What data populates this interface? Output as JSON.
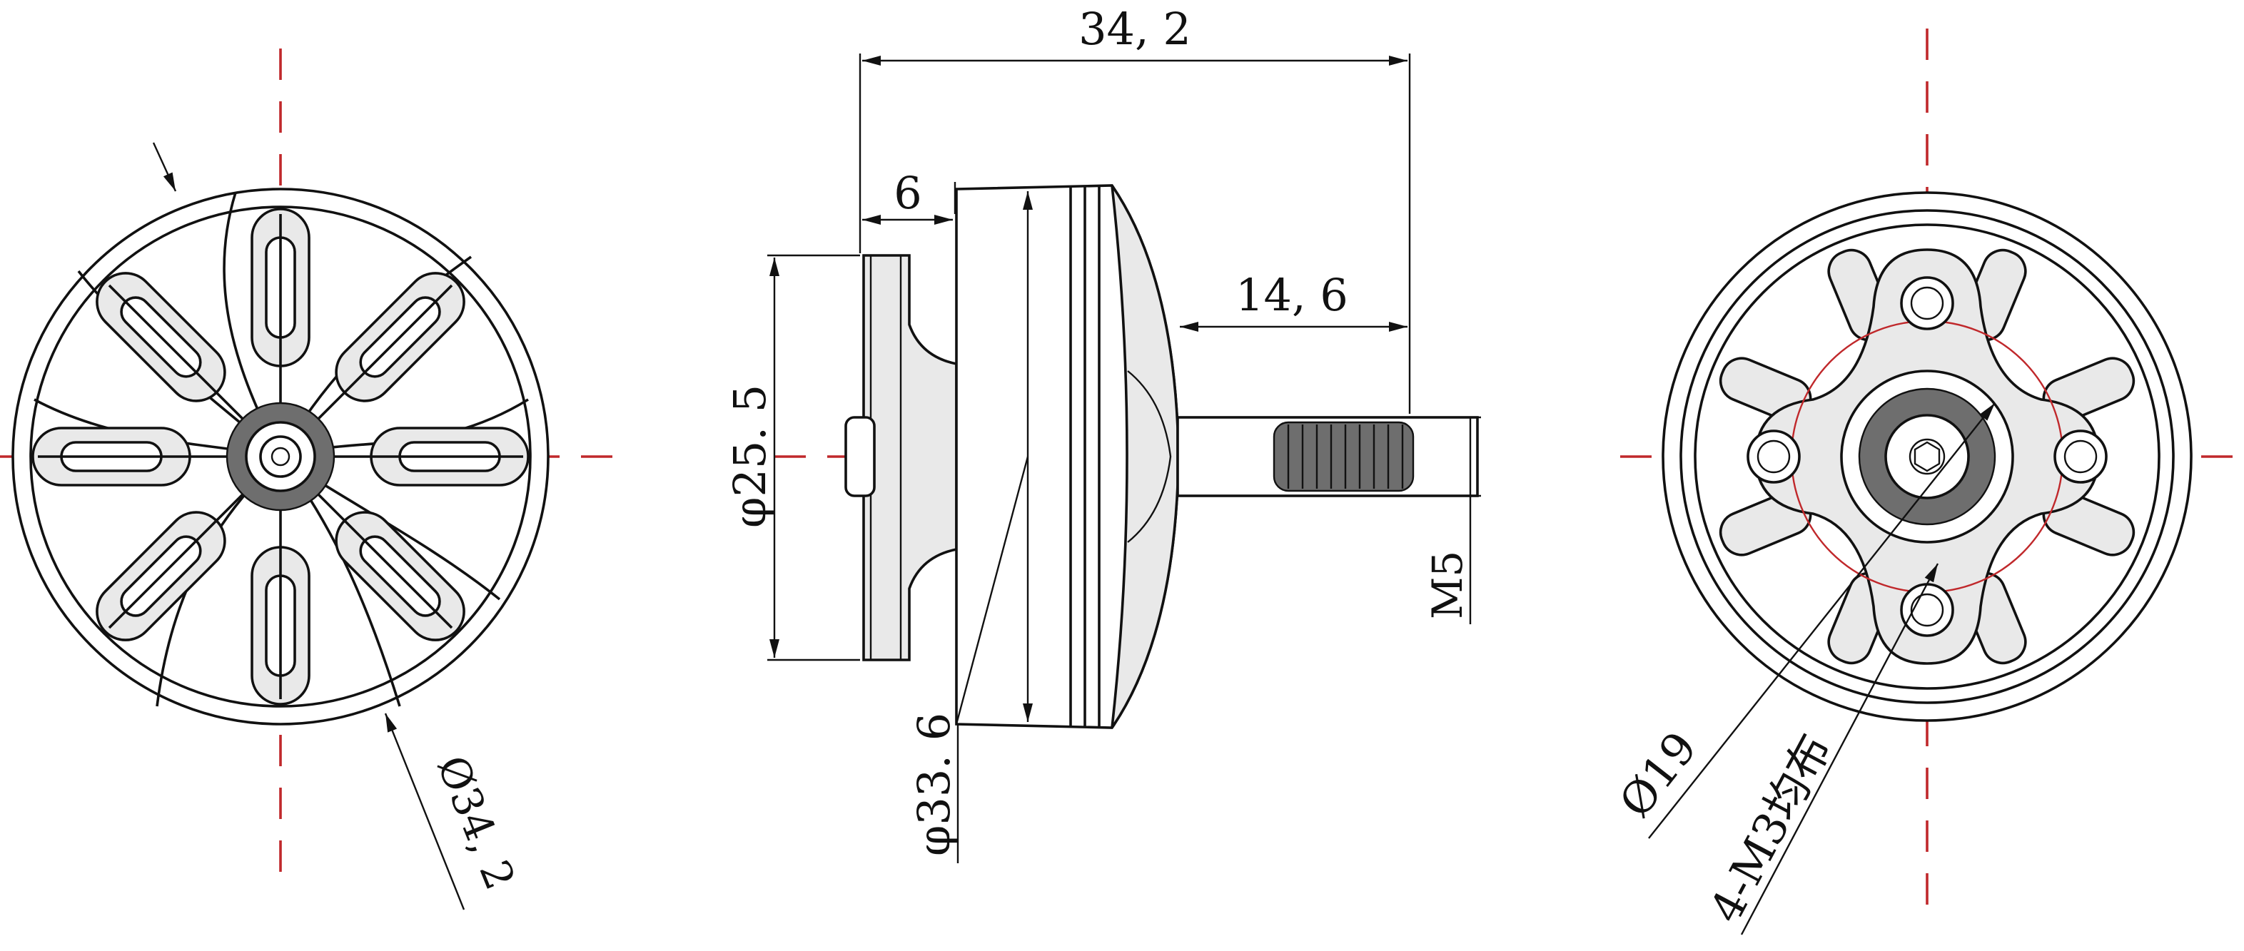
{
  "dimensions": {
    "overall_length": "34, 2",
    "base_depth": "6",
    "shaft_length": "14, 6",
    "base_diameter": "φ25. 5",
    "bell_diameter": "φ33. 6",
    "shaft_thread": "M5",
    "front_outer_diameter": "Ø34, 2",
    "hole_circle_diameter": "Ø19",
    "mount_holes": "4-M3均布"
  },
  "colors": {
    "centerline": "#c0282b",
    "outline": "#111111",
    "fill": "#e9e9e9"
  }
}
